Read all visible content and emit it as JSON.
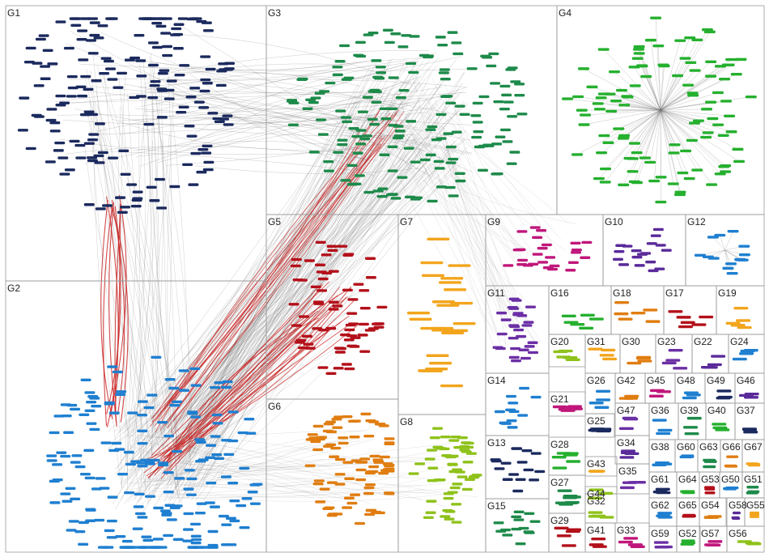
{
  "groups": [
    {
      "id": "G1",
      "color": "#1b2a5e",
      "nodes": 180,
      "hub": false
    },
    {
      "id": "G2",
      "color": "#1f7fd0",
      "nodes": 200,
      "hub": false
    },
    {
      "id": "G3",
      "color": "#1d8a4a",
      "nodes": 170,
      "hub": false
    },
    {
      "id": "G4",
      "color": "#25b02e",
      "nodes": 110,
      "hub": true
    },
    {
      "id": "G5",
      "color": "#b3101a",
      "nodes": 70,
      "hub": false
    },
    {
      "id": "G6",
      "color": "#e07d10",
      "nodes": 90,
      "hub": false
    },
    {
      "id": "G7",
      "color": "#f2a51c",
      "nodes": 24,
      "hub": false
    },
    {
      "id": "G8",
      "color": "#8fc21b",
      "nodes": 55,
      "hub": false
    },
    {
      "id": "G9",
      "color": "#c0177b",
      "nodes": 26,
      "hub": false
    },
    {
      "id": "G10",
      "color": "#5a2a9a",
      "nodes": 18,
      "hub": false
    },
    {
      "id": "G11",
      "color": "#6b2fa5",
      "nodes": 28,
      "hub": false
    },
    {
      "id": "G12",
      "color": "#1f7fd0",
      "nodes": 14,
      "hub": true
    },
    {
      "id": "G13",
      "color": "#1b2a5e",
      "nodes": 16,
      "hub": false
    },
    {
      "id": "G14",
      "color": "#1f7fd0",
      "nodes": 12,
      "hub": false
    },
    {
      "id": "G15",
      "color": "#1d8a4a",
      "nodes": 14,
      "hub": false
    },
    {
      "id": "G16",
      "color": "#25b02e",
      "nodes": 6,
      "hub": false
    },
    {
      "id": "G17",
      "color": "#b3101a",
      "nodes": 6,
      "hub": false
    },
    {
      "id": "G18",
      "color": "#e07d10",
      "nodes": 6,
      "hub": false
    },
    {
      "id": "G19",
      "color": "#f2a51c",
      "nodes": 5,
      "hub": false
    },
    {
      "id": "G20",
      "color": "#8fc21b",
      "nodes": 5,
      "hub": false
    },
    {
      "id": "G21",
      "color": "#c0177b",
      "nodes": 8,
      "hub": false
    },
    {
      "id": "G22",
      "color": "#5a2a9a",
      "nodes": 4,
      "hub": false
    },
    {
      "id": "G23",
      "color": "#6b2fa5",
      "nodes": 4,
      "hub": false
    },
    {
      "id": "G24",
      "color": "#1f7fd0",
      "nodes": 4,
      "hub": false
    },
    {
      "id": "G25",
      "color": "#1b2a5e",
      "nodes": 6,
      "hub": false
    },
    {
      "id": "G26",
      "color": "#1f7fd0",
      "nodes": 4,
      "hub": false
    },
    {
      "id": "G27",
      "color": "#1d8a4a",
      "nodes": 8,
      "hub": false
    },
    {
      "id": "G28",
      "color": "#25b02e",
      "nodes": 6,
      "hub": false
    },
    {
      "id": "G29",
      "color": "#b3101a",
      "nodes": 5,
      "hub": false
    },
    {
      "id": "G30",
      "color": "#e07d10",
      "nodes": 4,
      "hub": false
    },
    {
      "id": "G31",
      "color": "#f2a51c",
      "nodes": 4,
      "hub": false
    },
    {
      "id": "G32",
      "color": "#8fc21b",
      "nodes": 4,
      "hub": false
    },
    {
      "id": "G33",
      "color": "#c0177b",
      "nodes": 4,
      "hub": false
    },
    {
      "id": "G34",
      "color": "#5a2a9a",
      "nodes": 4,
      "hub": false
    },
    {
      "id": "G35",
      "color": "#6b2fa5",
      "nodes": 4,
      "hub": false
    },
    {
      "id": "G36",
      "color": "#1f7fd0",
      "nodes": 3,
      "hub": false
    },
    {
      "id": "G37",
      "color": "#1b2a5e",
      "nodes": 3,
      "hub": false
    },
    {
      "id": "G38",
      "color": "#1f7fd0",
      "nodes": 3,
      "hub": false
    },
    {
      "id": "G39",
      "color": "#1d8a4a",
      "nodes": 3,
      "hub": false
    },
    {
      "id": "G40",
      "color": "#25b02e",
      "nodes": 3,
      "hub": false
    },
    {
      "id": "G41",
      "color": "#b3101a",
      "nodes": 3,
      "hub": false
    },
    {
      "id": "G42",
      "color": "#e07d10",
      "nodes": 3,
      "hub": false
    },
    {
      "id": "G43",
      "color": "#f2a51c",
      "nodes": 3,
      "hub": false
    },
    {
      "id": "G44",
      "color": "#8fc21b",
      "nodes": 3,
      "hub": false
    },
    {
      "id": "G45",
      "color": "#c0177b",
      "nodes": 3,
      "hub": false
    },
    {
      "id": "G46",
      "color": "#5a2a9a",
      "nodes": 3,
      "hub": false
    },
    {
      "id": "G47",
      "color": "#6b2fa5",
      "nodes": 3,
      "hub": false
    },
    {
      "id": "G48",
      "color": "#1f7fd0",
      "nodes": 3,
      "hub": false
    },
    {
      "id": "G49",
      "color": "#1b2a5e",
      "nodes": 3,
      "hub": false
    },
    {
      "id": "G50",
      "color": "#1f7fd0",
      "nodes": 3,
      "hub": false
    },
    {
      "id": "G51",
      "color": "#1d8a4a",
      "nodes": 3,
      "hub": false
    },
    {
      "id": "G52",
      "color": "#25b02e",
      "nodes": 3,
      "hub": false
    },
    {
      "id": "G53",
      "color": "#b3101a",
      "nodes": 3,
      "hub": false
    },
    {
      "id": "G54",
      "color": "#e07d10",
      "nodes": 3,
      "hub": false
    },
    {
      "id": "G55",
      "color": "#f2a51c",
      "nodes": 3,
      "hub": false
    },
    {
      "id": "G56",
      "color": "#8fc21b",
      "nodes": 3,
      "hub": false
    },
    {
      "id": "G57",
      "color": "#c0177b",
      "nodes": 3,
      "hub": false
    },
    {
      "id": "G58",
      "color": "#5a2a9a",
      "nodes": 3,
      "hub": false
    },
    {
      "id": "G59",
      "color": "#6b2fa5",
      "nodes": 3,
      "hub": false
    },
    {
      "id": "G60",
      "color": "#1f7fd0",
      "nodes": 3,
      "hub": false
    },
    {
      "id": "G61",
      "color": "#1b2a5e",
      "nodes": 3,
      "hub": false
    },
    {
      "id": "G62",
      "color": "#1f7fd0",
      "nodes": 3,
      "hub": false
    },
    {
      "id": "G63",
      "color": "#1d8a4a",
      "nodes": 3,
      "hub": false
    },
    {
      "id": "G64",
      "color": "#25b02e",
      "nodes": 3,
      "hub": false
    },
    {
      "id": "G65",
      "color": "#b3101a",
      "nodes": 3,
      "hub": false
    },
    {
      "id": "G66",
      "color": "#e07d10",
      "nodes": 3,
      "hub": false
    },
    {
      "id": "G67",
      "color": "#f2a51c",
      "nodes": 3,
      "hub": false
    }
  ],
  "edge_colors": {
    "normal": "#6b6b6b",
    "heavy": "#c81e1e"
  },
  "box_border": "#9a9a9a"
}
